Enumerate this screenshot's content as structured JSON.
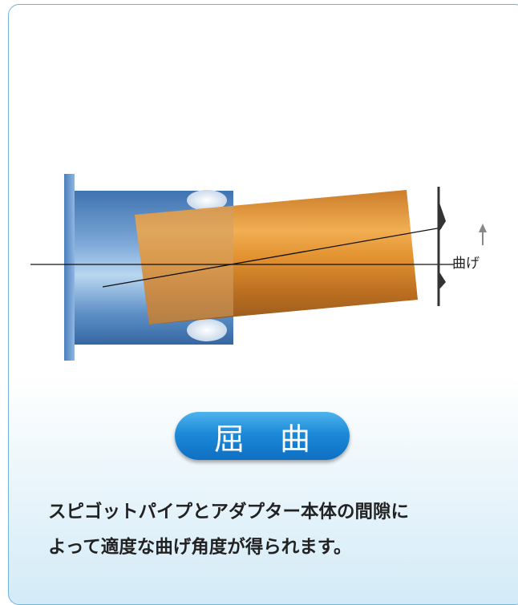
{
  "diagram": {
    "bend_label": "曲げ",
    "colors": {
      "housing": "#5b8fc4",
      "pipe": "#e08a1e",
      "seal": "#e6eef7",
      "line": "#111111",
      "arrow": "#888888"
    }
  },
  "badge": {
    "char1": "屈",
    "char2": "曲",
    "color": "#1c8ad8"
  },
  "description": {
    "line1": "スピゴットパイプとアダプター本体の間隙に",
    "line2": "よって適度な曲げ角度が得られます。"
  }
}
